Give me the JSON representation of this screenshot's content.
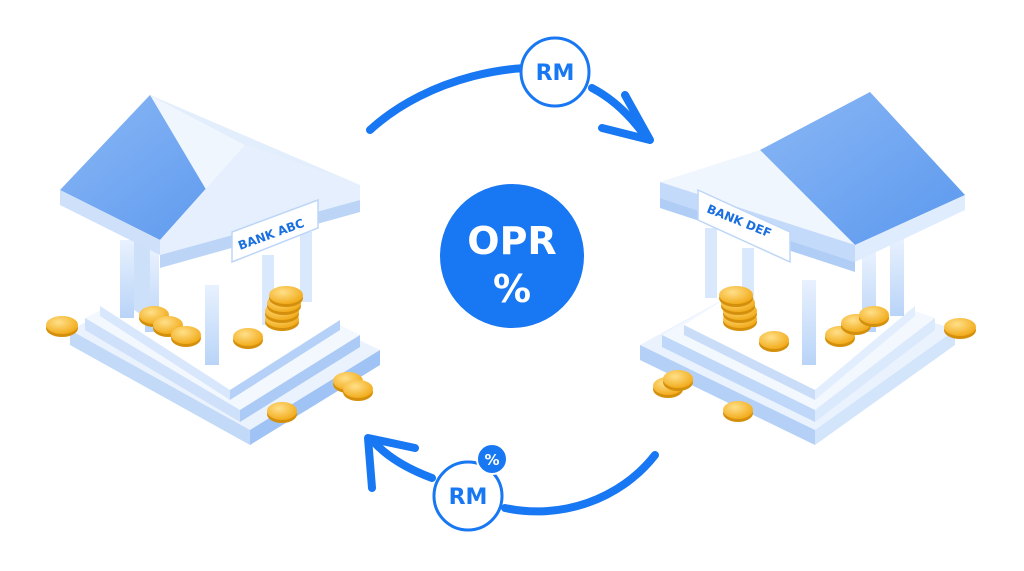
{
  "left_bank": {
    "label": "BANK ABC"
  },
  "right_bank": {
    "label": "BANK DEF"
  },
  "center_badge": {
    "line1": "OPR",
    "line2": "%"
  },
  "top_flow": {
    "label": "RM"
  },
  "bottom_flow": {
    "label": "RM",
    "badge": "%"
  },
  "colors": {
    "primary_blue": "#1877f2",
    "light_blue": "#cfe2fb",
    "coin_gold": "#f6b726",
    "background": "#ffffff"
  }
}
